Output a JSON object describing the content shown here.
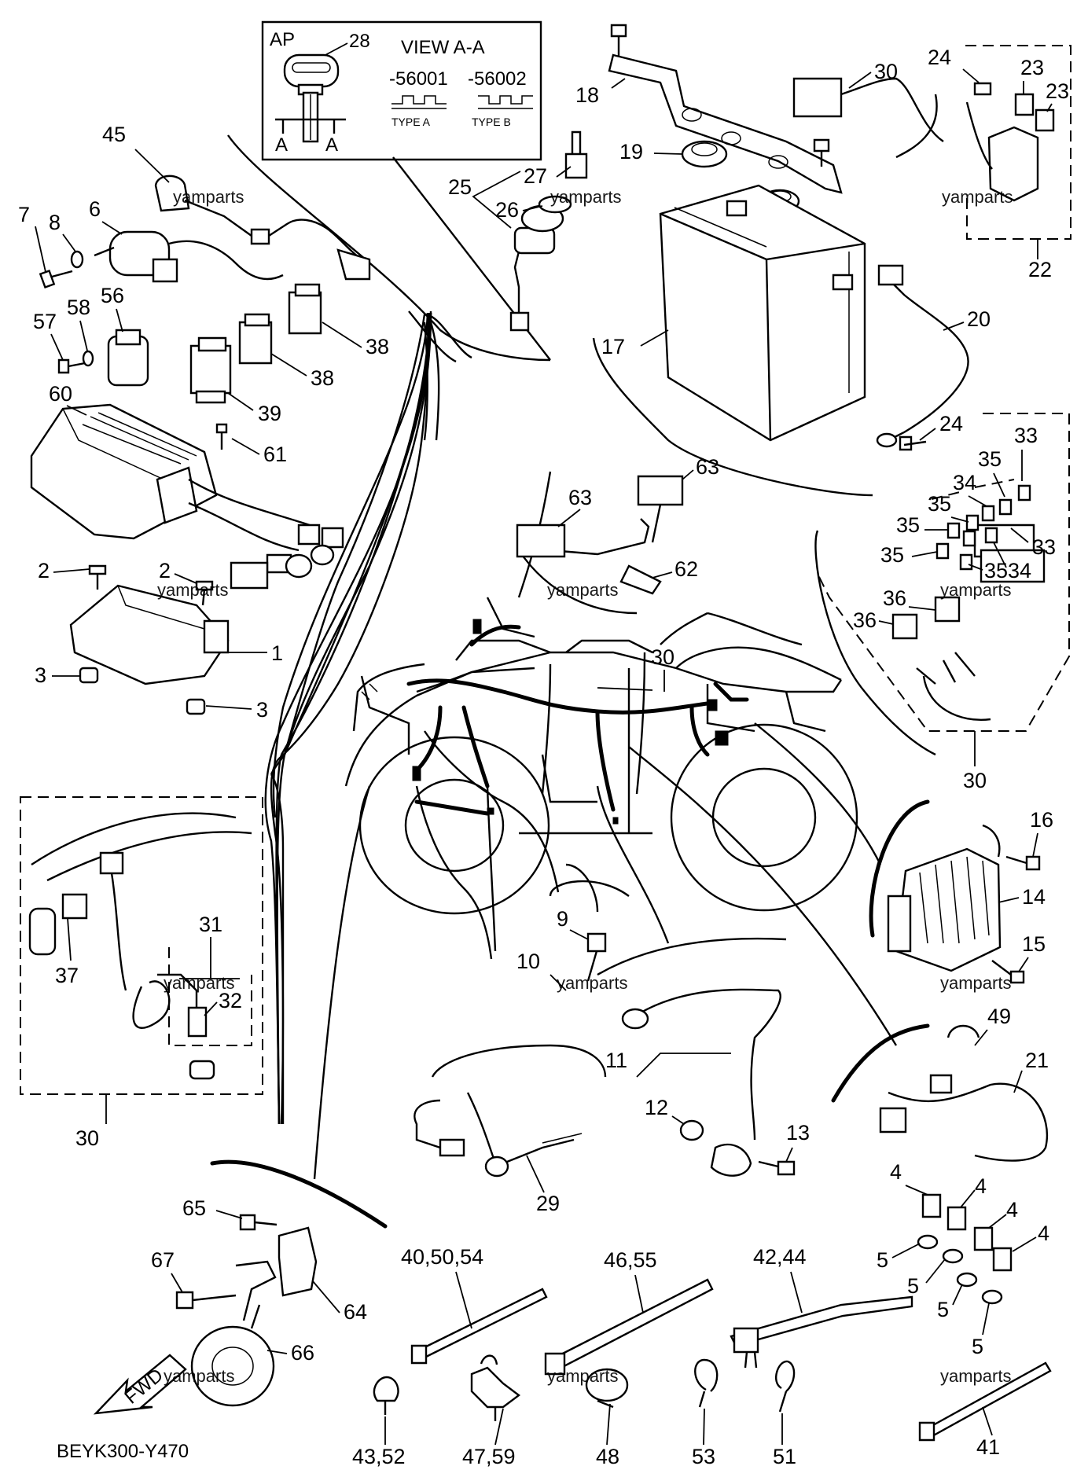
{
  "inset": {
    "key_label": "AP",
    "key_part": "28",
    "title": "VIEW A-A",
    "code_a": "-56001",
    "code_b": "-56002",
    "type_a": "TYPE A",
    "type_b": "TYPE B",
    "section_letter": "A"
  },
  "watermark": "yamparts",
  "diagram_code": "BEYK300-Y470",
  "fwd_label": "FWD",
  "callouts": {
    "c1": "1",
    "c2": "2",
    "c3": "3",
    "c4": "4",
    "c5": "5",
    "c6": "6",
    "c7": "7",
    "c8": "8",
    "c9": "9",
    "c10": "10",
    "c11": "11",
    "c12": "12",
    "c13": "13",
    "c14": "14",
    "c15": "15",
    "c16": "16",
    "c17": "17",
    "c18": "18",
    "c19": "19",
    "c20": "20",
    "c21": "21",
    "c22": "22",
    "c23": "23",
    "c24": "24",
    "c25": "25",
    "c26": "26",
    "c27": "27",
    "c29": "29",
    "c30": "30",
    "c31": "31",
    "c32": "32",
    "c33": "33",
    "c34": "34",
    "c35": "35",
    "c36": "36",
    "c37": "37",
    "c38": "38",
    "c39": "39",
    "c40_50_54": "40,50,54",
    "c41": "41",
    "c42_44": "42,44",
    "c43_52": "43,52",
    "c45": "45",
    "c46_55": "46,55",
    "c47_59": "47,59",
    "c48": "48",
    "c49": "49",
    "c51": "51",
    "c53": "53",
    "c56": "56",
    "c57": "57",
    "c58": "58",
    "c60": "60",
    "c61": "61",
    "c62": "62",
    "c63": "63",
    "c64": "64",
    "c65": "65",
    "c66": "66",
    "c67": "67"
  }
}
